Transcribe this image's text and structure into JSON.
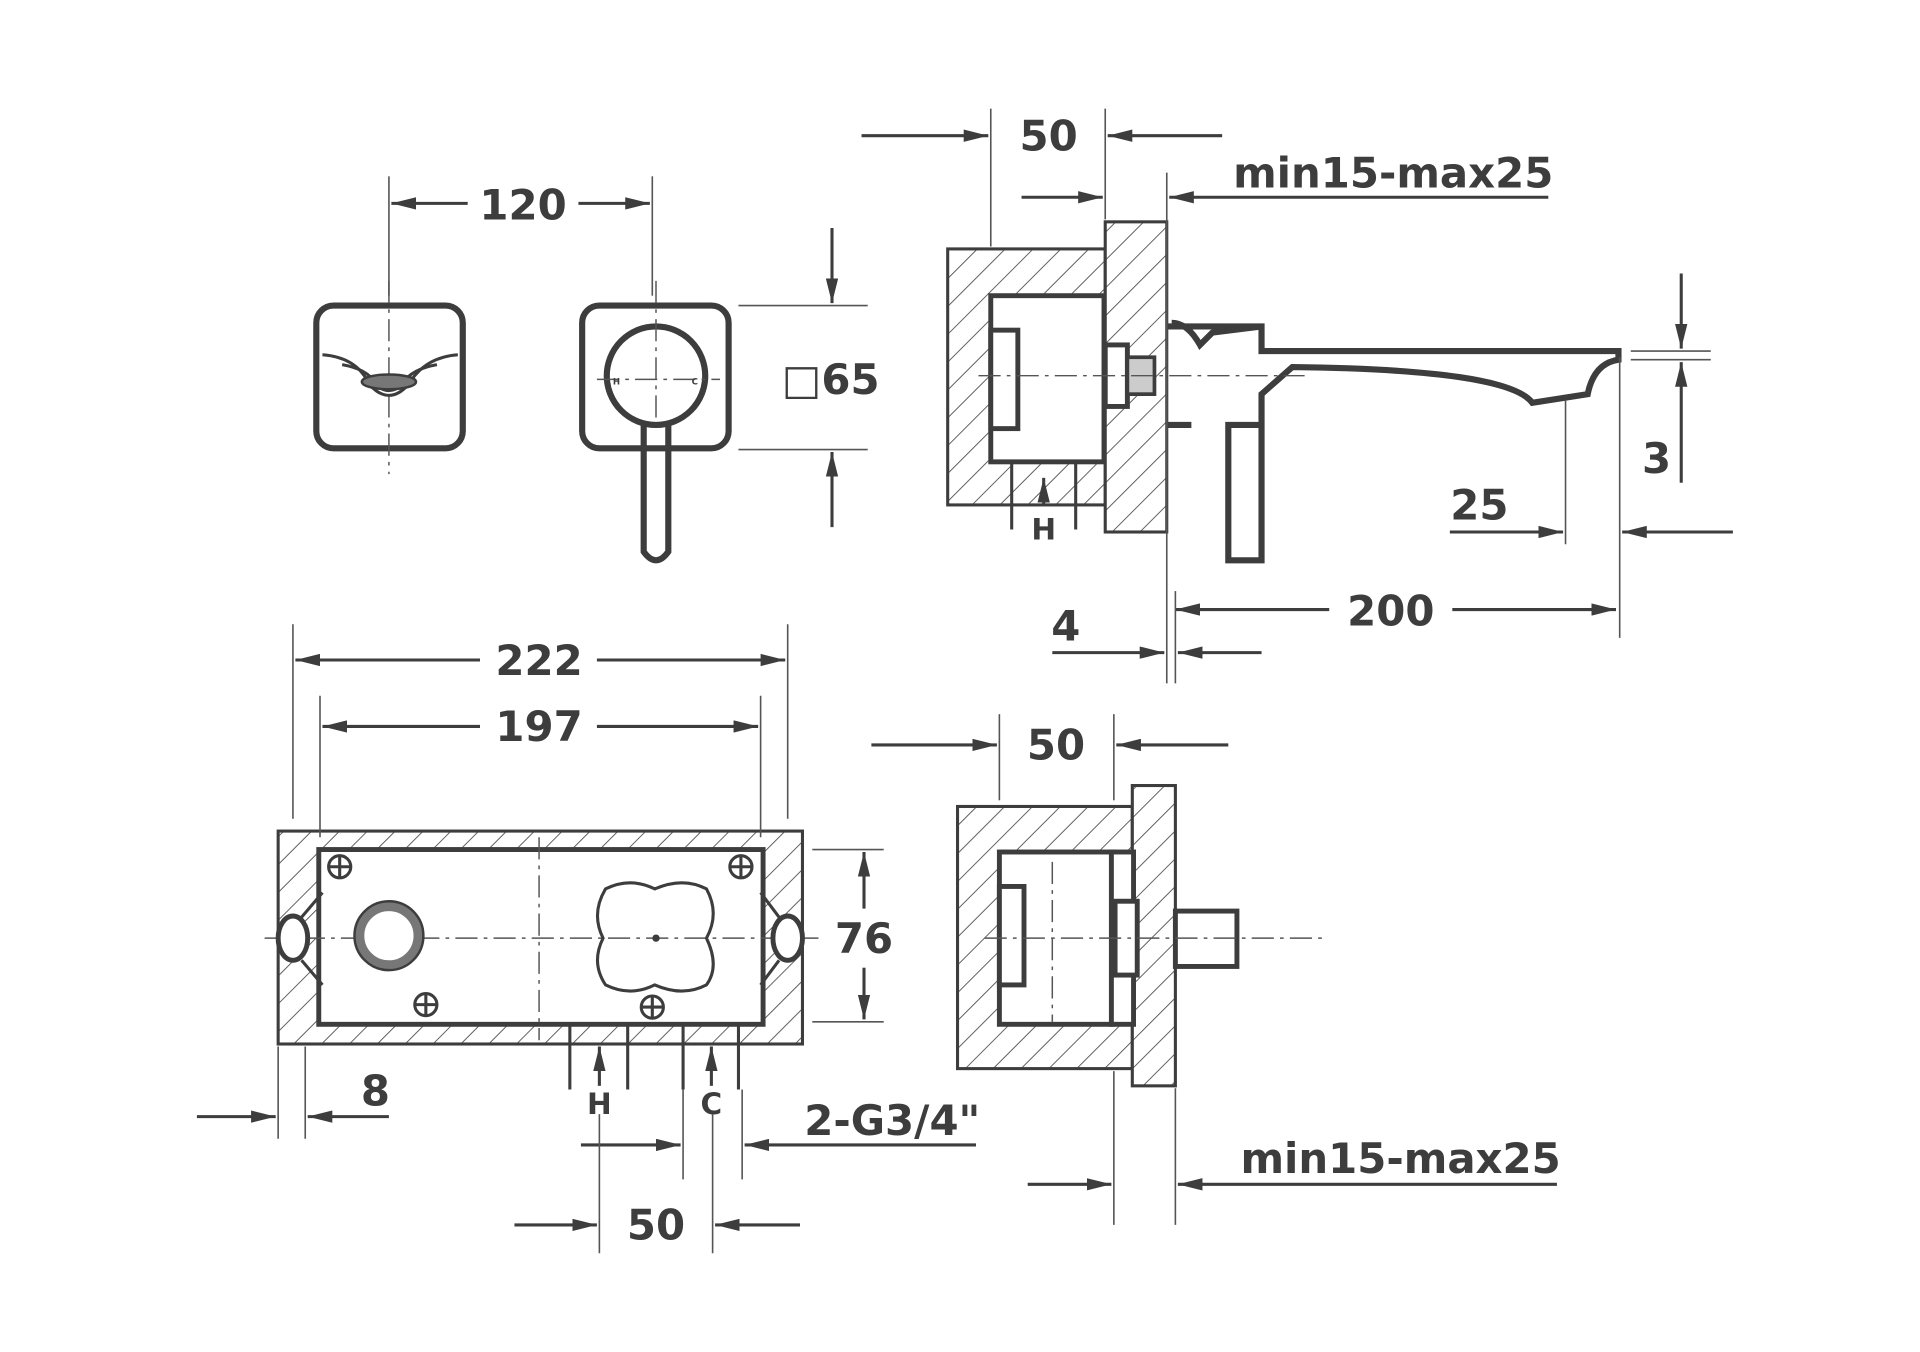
{
  "drawing": {
    "front_views": {
      "dim_spacing": "120",
      "dim_plate": "□65"
    },
    "side_view_top": {
      "dim_depth": "50",
      "dim_wall_range": "min15-max25",
      "dim_spout_length": "200",
      "dim_plate_thickness": "4",
      "dim_spout_tip": "25",
      "dim_spout_height": "3",
      "inlet_label": "H"
    },
    "box_front_view": {
      "dim_outer_width": "222",
      "dim_inner_width": "197",
      "dim_height": "76",
      "dim_offset": "8",
      "inlet_hot": "H",
      "inlet_cold": "C",
      "thread_spec": "2-G3/4\"",
      "dim_inlet_spacing": "50"
    },
    "box_side_view": {
      "dim_depth": "50",
      "dim_wall_range": "min15-max25"
    }
  },
  "colors": {
    "line": "#3d3d3d",
    "background": "#ffffff"
  }
}
